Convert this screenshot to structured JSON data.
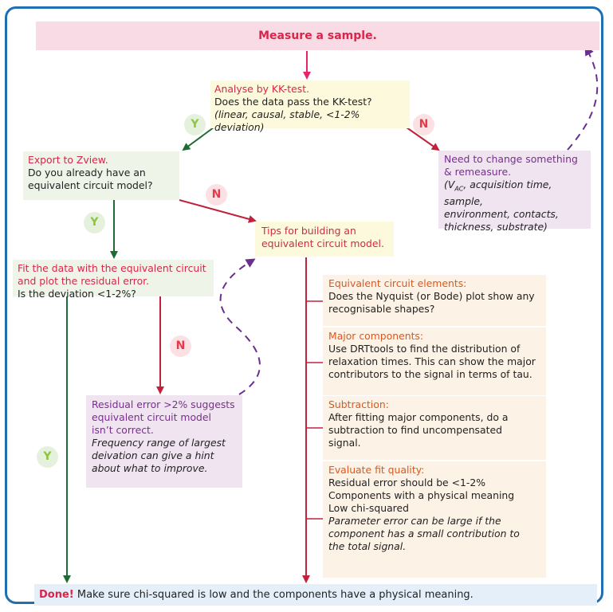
{
  "measure": {
    "title": "Measure a sample."
  },
  "kk": {
    "title": "Analyse by KK-test.",
    "question": "Does the data pass the KK-test?",
    "note": "(linear, causal, stable, <1-2% deviation)"
  },
  "zview": {
    "title": "Export to Zview.",
    "question_line1": "Do you already have an",
    "question_line2": "equivalent circuit model?"
  },
  "remeasure": {
    "title_line1": "Need to change something",
    "title_line2": "& remeasure.",
    "note_prefix": "(V",
    "note_sub": "AC",
    "note_line1_rest": ", acquisition time, sample,",
    "note_line2": "environment, contacts,",
    "note_line3": "thickness, substrate)"
  },
  "tips": {
    "line1": "Tips for building an",
    "line2": "equivalent circuit model."
  },
  "fit": {
    "line1": "Fit the data with the equivalent circuit",
    "line2": "and plot the residual error.",
    "question": "Is the deviation <1-2%?"
  },
  "residual": {
    "line1": "Residual error >2% suggests",
    "line2": "equivalent circuit model",
    "line3": "isn’t correct.",
    "note1": "Frequency range of largest",
    "note2": "deivation can give a hint",
    "note3": "about what to improve."
  },
  "tip1": {
    "title": "Equivalent circuit elements:",
    "line1": "Does the Nyquist (or Bode) plot show any",
    "line2": "recognisable shapes?"
  },
  "tip2": {
    "title": "Major components:",
    "line1": "Use DRTtools to find the distribution of",
    "line2": "relaxation times. This can show the major",
    "line3": "contributors to the signal in terms of tau."
  },
  "tip3": {
    "title": "Subtraction:",
    "line1": "After fitting major components, do a",
    "line2": "subtraction to find uncompensated",
    "line3": "signal."
  },
  "tip4": {
    "title": "Evaluate fit quality:",
    "line1": "Residual error should be <1-2%",
    "line2": "Components with a physical meaning",
    "line3": "Low chi-squared",
    "note1": "Parameter error can be large if the",
    "note2": "component has a small contribution to",
    "note3": "the total signal."
  },
  "done": {
    "bold": "Done!",
    "text": " Make sure chi-squared is low and the components have a physical meaning."
  },
  "badges": {
    "y1": "Y",
    "n1": "N",
    "y2": "Y",
    "n2": "N",
    "n3": "N",
    "y3": "Y"
  },
  "colors": {
    "frame": "#1f6fb2",
    "arrow_red": "#c0223b",
    "arrow_pink": "#e6246a",
    "arrow_green": "#1f6b35",
    "arrow_purple": "#6a2f8f"
  }
}
